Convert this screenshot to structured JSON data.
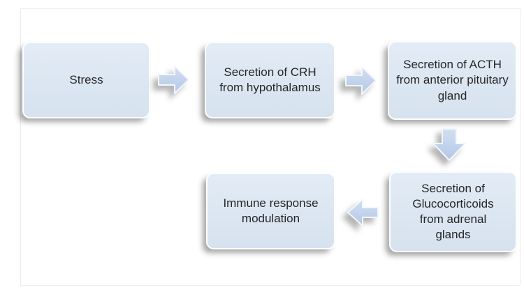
{
  "diagram": {
    "nodes": [
      {
        "id": "stress",
        "label": "Stress"
      },
      {
        "id": "crh",
        "label": "Secretion of CRH from hypothalamus"
      },
      {
        "id": "acth",
        "label": "Secretion of ACTH from anterior pituitary gland"
      },
      {
        "id": "glucocorticoids",
        "label": "Secretion of Glucocorticoids from adrenal glands"
      },
      {
        "id": "immune",
        "label": "Immune response modulation"
      }
    ],
    "flow": [
      {
        "from": "stress",
        "to": "crh",
        "arrow": "right"
      },
      {
        "from": "crh",
        "to": "acth",
        "arrow": "right"
      },
      {
        "from": "acth",
        "to": "glucocorticoids",
        "arrow": "down"
      },
      {
        "from": "glucocorticoids",
        "to": "immune",
        "arrow": "left"
      }
    ],
    "colors": {
      "node_fill": "#dce6f1",
      "node_border": "#ffffff",
      "arrow_fill_top": "#d2dff2",
      "arrow_fill_bottom": "#b3c8e6",
      "arrow_outline": "#f2f7fc",
      "text": "#262626",
      "frame_border": "#ebebeb",
      "background": "#ffffff"
    }
  }
}
